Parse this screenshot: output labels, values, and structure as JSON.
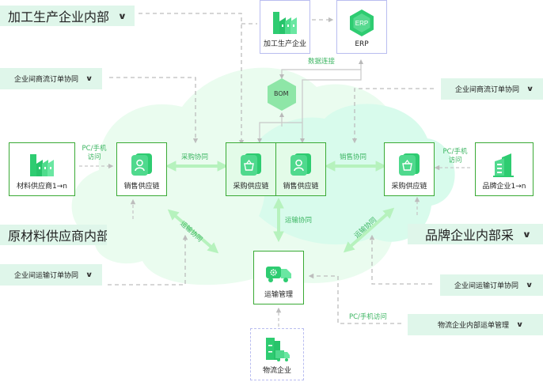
{
  "banners": {
    "processing_internal": "加工生产企业内部",
    "supplier_internal": "原材料供应商内部",
    "brand_internal": "品牌企业内部采",
    "left_order_collab": "企业间商流订单协同",
    "right_order_collab": "企业间商流订单协同",
    "left_transport_collab": "企业间运输订单协同",
    "right_transport_collab": "企业间运输订单协同",
    "logistics_internal": "物流企业内部运单管理"
  },
  "nodes": {
    "processing_enterprise": "加工生产企业",
    "erp": "ERP",
    "erp_icon_text": "ERP",
    "bom": "BOM",
    "material_supplier": "材料供应商1→n",
    "left_sales_chain": "销售供应链",
    "center_purchase_chain": "采购供应链",
    "center_sales_chain": "销售供应链",
    "right_purchase_chain": "采购供应链",
    "brand_enterprise": "品牌企业1→n",
    "transport_mgmt": "运输管理",
    "logistics_enterprise": "物流企业"
  },
  "edge_labels": {
    "data_connection": "数据连接",
    "pc_mobile_left_1": "PC/手机",
    "pc_mobile_left_2": "访问",
    "pc_mobile_right_1": "PC/手机",
    "pc_mobile_right_2": "访问",
    "pc_mobile_bottom": "PC/手机访问",
    "purchase_collab": "采购协同",
    "sales_collab": "销售协同",
    "transport_collab_center": "运输协同",
    "transport_collab_left": "运输协同",
    "transport_collab_right": "运输协同"
  },
  "colors": {
    "accent_green": "#3aaa35",
    "label_green": "#3cb562",
    "banner_bg": "#dff6ea",
    "cloud_light": "#eafcef",
    "cloud_mint": "#d8fbec",
    "icon_green": "#2ecc71",
    "dash_gray": "#bdbdbd",
    "arrow_light_green": "#b6f2bd"
  }
}
